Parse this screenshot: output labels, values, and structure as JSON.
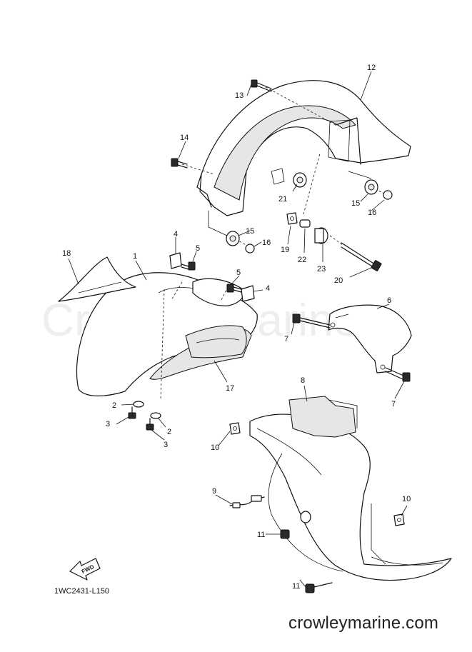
{
  "watermark": "Crowley Marine",
  "diagram_code": "1WC2431-L150",
  "footer_url": "crowleymarine.com",
  "fwd_label": "FWD",
  "callouts": {
    "c12": "12",
    "c13": "13",
    "c14": "14",
    "c15a": "15",
    "c15b": "15",
    "c16a": "16",
    "c16b": "16",
    "c21": "21",
    "c19": "19",
    "c22": "22",
    "c23": "23",
    "c20": "20",
    "c4a": "4",
    "c4b": "4",
    "c5a": "5",
    "c5b": "5",
    "c1": "1",
    "c18": "18",
    "c17": "17",
    "c6": "6",
    "c7a": "7",
    "c7b": "7",
    "c2a": "2",
    "c2b": "2",
    "c3a": "3",
    "c3b": "3",
    "c8": "8",
    "c10a": "10",
    "c10b": "10",
    "c9": "9",
    "c11a": "11",
    "c11b": "11"
  }
}
